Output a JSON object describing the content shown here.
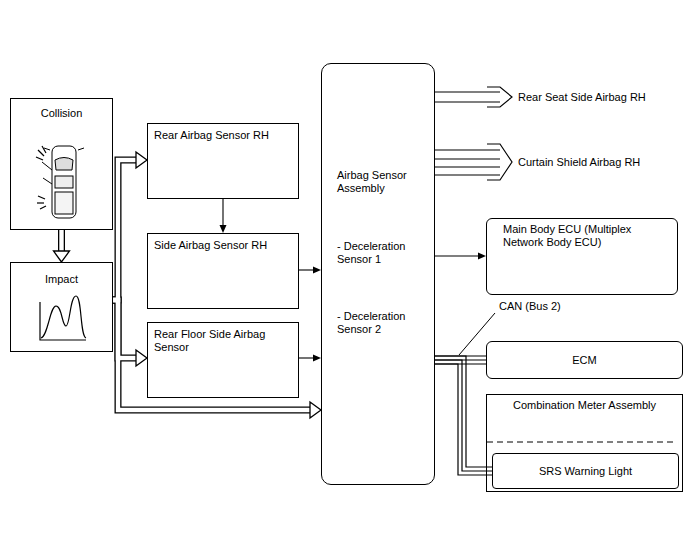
{
  "diagram": {
    "nodes": [
      {
        "text": [
          "Collision"
        ]
      },
      {
        "text": [
          "Impact"
        ]
      },
      {
        "text": [
          "Rear Airbag Sensor RH"
        ]
      },
      {
        "text": [
          "Side Airbag Sensor RH"
        ]
      },
      {
        "text": [
          "Rear Floor Side Airbag Sensor"
        ]
      },
      {
        "text": [
          "Airbag Sensor Assembly",
          "- Deceleration Sensor 1",
          "- Deceleration Sensor 2"
        ]
      },
      {
        "text": [
          "Rear Seat Side Airbag RH"
        ]
      },
      {
        "text": [
          "Curtain Shield Airbag RH"
        ]
      },
      {
        "text": [
          "Main Body ECU (Multiplex Network Body ECU)"
        ]
      },
      {
        "text": [
          "ECM"
        ]
      },
      {
        "text": [
          "Combination Meter Assembly"
        ]
      },
      {
        "text": [
          "SRS Warning Light"
        ],
        "in": 10
      }
    ],
    "edges": [
      {
        "from": 0,
        "to": 1,
        "arrow": "to"
      },
      {
        "from": 1,
        "to": 2,
        "arrow": "to"
      },
      {
        "from": 1,
        "to": 4,
        "arrow": "to"
      },
      {
        "from": 1,
        "to": 5,
        "arrow": "to"
      },
      {
        "from": 2,
        "to": 3,
        "arrow": "to"
      },
      {
        "from": 3,
        "to": 5,
        "arrow": "to"
      },
      {
        "from": 4,
        "to": 5,
        "arrow": "to"
      },
      {
        "from": 5,
        "to": 6,
        "arrow": "none"
      },
      {
        "from": 5,
        "to": 7,
        "arrow": "none"
      },
      {
        "from": 5,
        "to": 8,
        "arrow": "to"
      },
      {
        "from": 5,
        "to": 9,
        "arrow": "none"
      },
      {
        "from": 5,
        "to": 11,
        "arrow": "none"
      }
    ],
    "labels": [
      "CAN (Bus 2)"
    ]
  }
}
